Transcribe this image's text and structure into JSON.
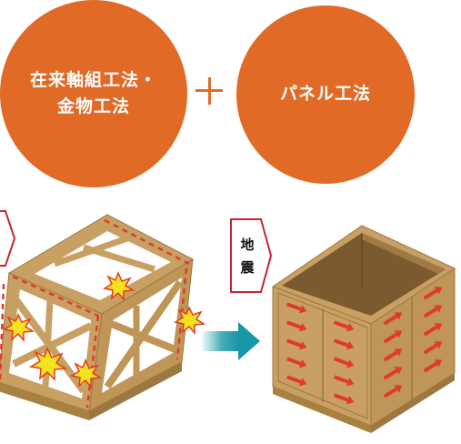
{
  "method_a": {
    "line1": "在来軸組工法・",
    "line2": "金物工法"
  },
  "method_b": {
    "label": "パネル工法"
  },
  "plus_symbol": "+",
  "earthquake_label": {
    "char1": "地",
    "char2": "震"
  },
  "colors": {
    "circle": "#e06a26",
    "wood": "#c9a063",
    "wood_dark": "#9c7742",
    "arrow_red": "#e03a2a",
    "transition_arrow": "#1a97a6",
    "tag_border": "#c8242f",
    "burst": "#f5e21e"
  },
  "icons": [
    "plus-icon",
    "earthquake-chevron-icon",
    "stress-burst-icon",
    "transition-arrow-icon",
    "force-arrow-icon"
  ]
}
